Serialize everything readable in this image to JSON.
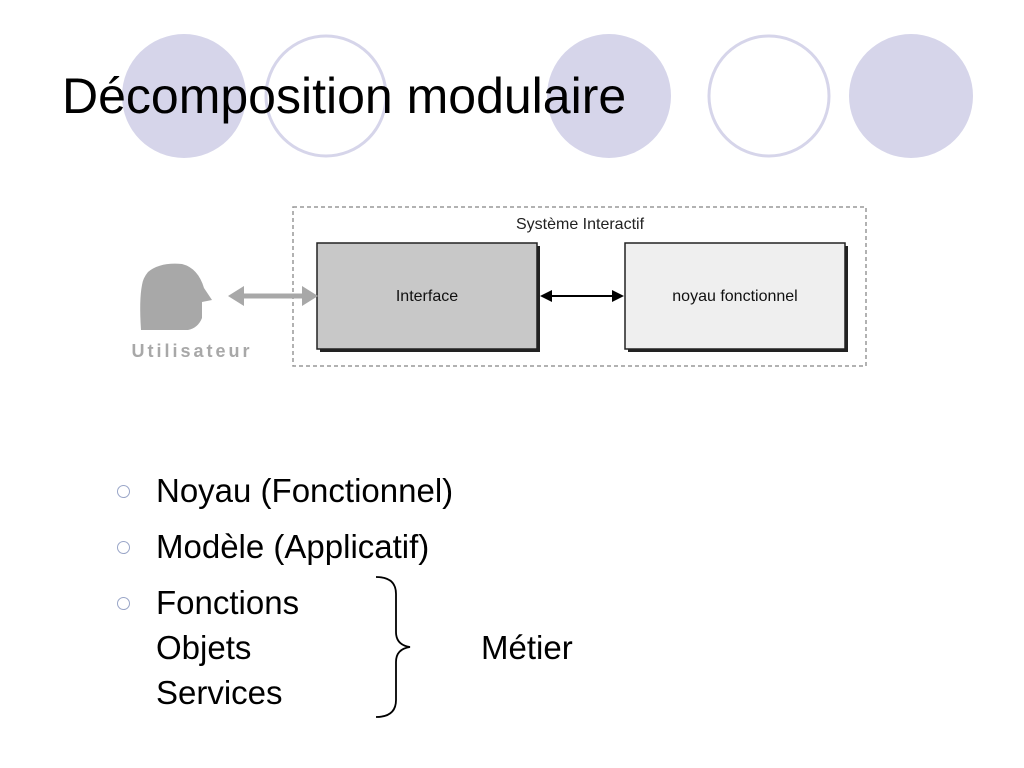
{
  "slide": {
    "title": "Décomposition modulaire"
  },
  "diagram": {
    "system_label": "Système Interactif",
    "user_label": "Utilisateur",
    "interface_label": "Interface",
    "core_label": "noyau fonctionnel"
  },
  "bullets": [
    {
      "text": "Noyau (Fonctionnel)"
    },
    {
      "text": "Modèle (Applicatif)"
    },
    {
      "lines": [
        "Fonctions",
        "Objets",
        "Services"
      ]
    }
  ],
  "brace_label": "Métier",
  "colors": {
    "circle_fill": "#d6d5ea",
    "circle_stroke": "#d6d5ea",
    "interface_fill": "#c8c8c8",
    "core_fill": "#efefef",
    "user_gray": "#a8a8a8",
    "bullet_ring": "#9aa6c8"
  }
}
